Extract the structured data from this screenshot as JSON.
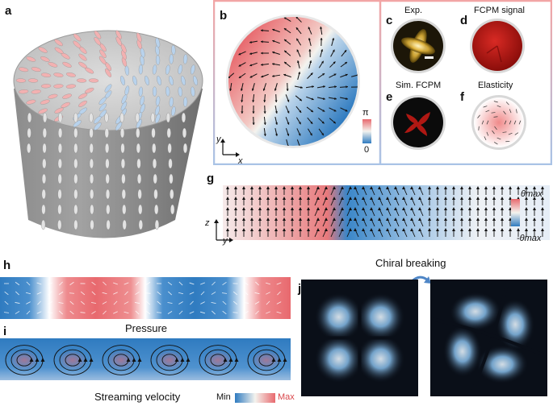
{
  "labels": {
    "a": "a",
    "b": "b",
    "c": "c",
    "d": "d",
    "e": "e",
    "f": "f",
    "g": "g",
    "h": "h",
    "i": "i",
    "j": "j"
  },
  "panel_b": {
    "cbar_max": "π",
    "cbar_min": "0",
    "axis_y": "y",
    "axis_x": "x"
  },
  "panel_c": {
    "title": "Exp."
  },
  "panel_d": {
    "title": "FCPM signal"
  },
  "panel_e": {
    "title": "Sim. FCPM"
  },
  "panel_f": {
    "title": "Elasticity"
  },
  "panel_g": {
    "cbar_max": "θmax",
    "cbar_min": "-θmax",
    "axis_z": "z",
    "axis_y": "y"
  },
  "panel_h": {
    "caption": "Pressure"
  },
  "panel_i": {
    "caption": "Streaming velocity",
    "cbar_min": "Min",
    "cbar_max": "Max"
  },
  "panel_j": {
    "title": "Chiral breaking"
  },
  "colors": {
    "red": "#e8696e",
    "blue": "#2f7bc0",
    "frame_top": "#f2a5a5",
    "frame_bottom": "#a9c3e6",
    "cylinder": "#8f8f8f",
    "top_face": "#c9c9c9"
  }
}
